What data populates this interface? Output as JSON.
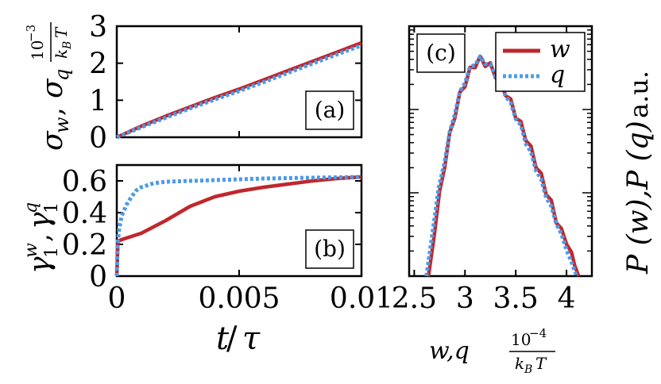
{
  "chart_data": [
    {
      "panel": "(a)",
      "type": "line",
      "xlabel": "t/τ",
      "ylabel": "σ_w , σ_q  10^-3 / k_B T",
      "xlim": [
        0,
        0.01
      ],
      "ylim": [
        0,
        3
      ],
      "yticks": [
        "0",
        "1",
        "2",
        "3"
      ],
      "series": [
        {
          "name": "w",
          "color": "#c0272d",
          "style": "solid",
          "x": [
            0,
            0.001,
            0.002,
            0.003,
            0.004,
            0.005,
            0.006,
            0.007,
            0.008,
            0.009,
            0.01
          ],
          "y": [
            0,
            0.3,
            0.57,
            0.82,
            1.07,
            1.3,
            1.55,
            1.8,
            2.05,
            2.3,
            2.55
          ]
        },
        {
          "name": "q",
          "color": "#4c9be8",
          "style": "dotted",
          "x": [
            0,
            0.001,
            0.002,
            0.003,
            0.004,
            0.005,
            0.006,
            0.007,
            0.008,
            0.009,
            0.01
          ],
          "y": [
            0,
            0.27,
            0.53,
            0.78,
            1.02,
            1.25,
            1.49,
            1.74,
            1.99,
            2.24,
            2.48
          ]
        }
      ]
    },
    {
      "panel": "(b)",
      "type": "line",
      "xlabel": "t/τ",
      "ylabel": "γ_1^w , γ_1^q",
      "xlim": [
        0,
        0.01
      ],
      "ylim": [
        0,
        0.7
      ],
      "xticks": [
        "0",
        "0.005",
        "0.01"
      ],
      "yticks": [
        "0",
        "0.2",
        "0.4",
        "0.6"
      ],
      "series": [
        {
          "name": "w",
          "color": "#c0272d",
          "style": "solid",
          "x": [
            0,
            5e-05,
            0.0002,
            0.0005,
            0.001,
            0.0015,
            0.002,
            0.003,
            0.004,
            0.005,
            0.006,
            0.007,
            0.008,
            0.009,
            0.01
          ],
          "y": [
            0.0,
            0.22,
            0.23,
            0.245,
            0.27,
            0.31,
            0.35,
            0.44,
            0.5,
            0.535,
            0.56,
            0.58,
            0.6,
            0.615,
            0.625
          ]
        },
        {
          "name": "q",
          "color": "#4c9be8",
          "style": "dotted",
          "x": [
            0,
            3e-05,
            0.0001,
            0.0002,
            0.0004,
            0.0006,
            0.0008,
            0.001,
            0.0015,
            0.002,
            0.003,
            0.004,
            0.005,
            0.006,
            0.008,
            0.01
          ],
          "y": [
            0.0,
            0.2,
            0.3,
            0.38,
            0.45,
            0.5,
            0.54,
            0.56,
            0.585,
            0.595,
            0.6,
            0.605,
            0.61,
            0.615,
            0.62,
            0.625
          ]
        }
      ]
    },
    {
      "panel": "(c)",
      "type": "line",
      "xlabel": "w,q  10^-4 / k_B T",
      "ylabel": "P(w),P(q)  a.u.",
      "yscale": "log",
      "xlim": [
        2.45,
        4.25
      ],
      "xticks": [
        "2.5",
        "3",
        "3.5",
        "4"
      ],
      "legend": {
        "placement": "top-right",
        "entries": [
          "w",
          "q"
        ]
      },
      "series": [
        {
          "name": "w",
          "color": "#c0272d",
          "style": "solid",
          "x": [
            2.64,
            2.7,
            2.75,
            2.8,
            2.85,
            2.9,
            2.95,
            3.0,
            3.05,
            3.1,
            3.15,
            3.2,
            3.25,
            3.3,
            3.35,
            3.4,
            3.45,
            3.5,
            3.55,
            3.6,
            3.65,
            3.7,
            3.75,
            3.8,
            3.85,
            3.9,
            3.95,
            4.0,
            4.05,
            4.08,
            4.12
          ],
          "y": [
            0.0,
            0.2,
            0.36,
            0.5,
            0.62,
            0.72,
            0.8,
            0.86,
            0.91,
            0.945,
            0.96,
            0.95,
            0.93,
            0.9,
            0.86,
            0.82,
            0.77,
            0.72,
            0.67,
            0.62,
            0.56,
            0.5,
            0.44,
            0.38,
            0.32,
            0.25,
            0.2,
            0.15,
            0.1,
            0.05,
            0.0
          ]
        },
        {
          "name": "q",
          "color": "#4c9be8",
          "style": "dotted",
          "x": [
            2.62,
            2.68,
            2.74,
            2.8,
            2.85,
            2.9,
            2.95,
            3.0,
            3.05,
            3.1,
            3.15,
            3.2,
            3.25,
            3.3,
            3.35,
            3.4,
            3.45,
            3.5,
            3.55,
            3.6,
            3.65,
            3.7,
            3.75,
            3.8,
            3.85,
            3.9,
            3.95,
            4.0,
            4.05,
            4.1
          ],
          "y": [
            0.0,
            0.2,
            0.38,
            0.52,
            0.63,
            0.73,
            0.81,
            0.87,
            0.92,
            0.95,
            0.965,
            0.955,
            0.93,
            0.9,
            0.86,
            0.81,
            0.76,
            0.71,
            0.66,
            0.6,
            0.54,
            0.48,
            0.42,
            0.36,
            0.3,
            0.24,
            0.18,
            0.12,
            0.06,
            0.0
          ]
        }
      ]
    }
  ],
  "labels": {
    "panel_a": "(a)",
    "panel_b": "(b)",
    "panel_c": "(c)",
    "a_ylabel_sig_w": "σ",
    "a_ylabel_w": "w",
    "a_ylabel_sep": ",",
    "a_ylabel_sig_q": "σ",
    "a_ylabel_q": "q",
    "a_ylabel_num": "10",
    "a_ylabel_exp": "−3",
    "a_ylabel_den_k": "k",
    "a_ylabel_den_B": "B",
    "a_ylabel_den_T": "T",
    "b_ylabel_g1": "γ",
    "b_ylabel_w": "w",
    "b_ylabel_1": "1",
    "b_ylabel_sep": ",",
    "b_ylabel_g2": "γ",
    "b_ylabel_q": "q",
    "b_ylabel_1b": "1",
    "x_label_t": "t",
    "x_label_slash": "/",
    "x_label_tau": "τ",
    "c_xlabel_wq": "w,q",
    "c_xlabel_num": "10",
    "c_xlabel_exp": "−4",
    "c_xlabel_den_k": "k",
    "c_xlabel_den_B": "B",
    "c_xlabel_den_T": "T",
    "c_ylabel_main": "P (w),P (q)",
    "c_ylabel_unit": "a.u.",
    "legend_w": "w",
    "legend_q": "q"
  }
}
